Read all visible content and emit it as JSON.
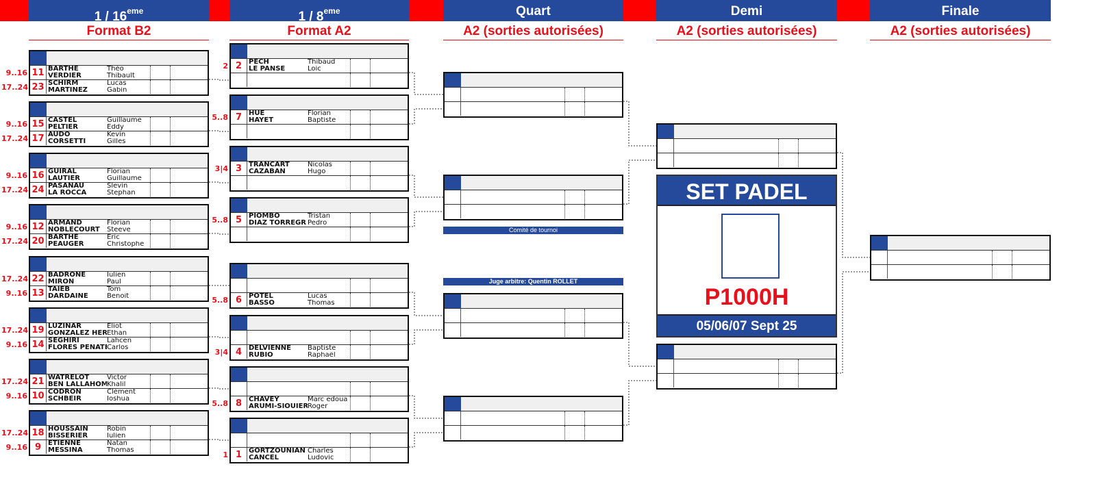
{
  "colors": {
    "blue": "#25499b",
    "red": "#ff0000",
    "text_red": "#e8101a"
  },
  "rounds": [
    {
      "title": "1 / 16",
      "sup": "eme",
      "format": "Format B2",
      "matches": [
        {
          "teams": [
            {
              "label": "9..16",
              "seed": "11",
              "players": [
                {
                  "last": "BARTHE",
                  "first": "Théo"
                },
                {
                  "last": "VERDIER",
                  "first": "Thibault"
                }
              ]
            },
            {
              "label": "17..24",
              "seed": "23",
              "players": [
                {
                  "last": "SCHIRM",
                  "first": "Lucas"
                },
                {
                  "last": "MARTINEZ",
                  "first": "Gabin"
                }
              ]
            }
          ]
        },
        {
          "teams": [
            {
              "label": "9..16",
              "seed": "15",
              "players": [
                {
                  "last": "CASTEL",
                  "first": "Guillaume"
                },
                {
                  "last": "PELTIER",
                  "first": "Eddy"
                }
              ]
            },
            {
              "label": "17..24",
              "seed": "17",
              "players": [
                {
                  "last": "AUDO",
                  "first": "Kevin"
                },
                {
                  "last": "CORSETTI",
                  "first": "Gilles"
                }
              ]
            }
          ]
        },
        {
          "teams": [
            {
              "label": "9..16",
              "seed": "16",
              "players": [
                {
                  "last": "GUIRAL",
                  "first": "Florian"
                },
                {
                  "last": "LAUTIER",
                  "first": "Guillaume"
                }
              ]
            },
            {
              "label": "17..24",
              "seed": "24",
              "players": [
                {
                  "last": "PASANAU",
                  "first": "Slevin"
                },
                {
                  "last": "LA ROCCA",
                  "first": "Stephan"
                }
              ]
            }
          ]
        },
        {
          "teams": [
            {
              "label": "9..16",
              "seed": "12",
              "players": [
                {
                  "last": "ARMAND",
                  "first": "Florian"
                },
                {
                  "last": "NOBLECOURT",
                  "first": "Steeve"
                }
              ]
            },
            {
              "label": "17..24",
              "seed": "20",
              "players": [
                {
                  "last": "BARTHE",
                  "first": "Eric"
                },
                {
                  "last": "PEAUGER",
                  "first": "Christophe"
                }
              ]
            }
          ]
        },
        {
          "teams": [
            {
              "label": "17..24",
              "seed": "22",
              "players": [
                {
                  "last": "BADRONE",
                  "first": "Iulien"
                },
                {
                  "last": "MIRON",
                  "first": "Paul"
                }
              ]
            },
            {
              "label": "9..16",
              "seed": "13",
              "players": [
                {
                  "last": "TAIEB",
                  "first": "Tom"
                },
                {
                  "last": "DARDAINE",
                  "first": "Benoit"
                }
              ]
            }
          ]
        },
        {
          "teams": [
            {
              "label": "17..24",
              "seed": "19",
              "players": [
                {
                  "last": "LUZINAR",
                  "first": "Eliot"
                },
                {
                  "last": "GONZALEZ HER",
                  "first": "Ethan"
                }
              ]
            },
            {
              "label": "9..16",
              "seed": "14",
              "players": [
                {
                  "last": "SEGHIRI",
                  "first": "Lahcen"
                },
                {
                  "last": "FLORES PENATE",
                  "first": "Carlos"
                }
              ]
            }
          ]
        },
        {
          "teams": [
            {
              "label": "17..24",
              "seed": "21",
              "players": [
                {
                  "last": "WATRELOT",
                  "first": "Victor"
                },
                {
                  "last": "BEN LALLAHOM",
                  "first": "Khalil"
                }
              ]
            },
            {
              "label": "9..16",
              "seed": "10",
              "players": [
                {
                  "last": "CODRON",
                  "first": "Clément"
                },
                {
                  "last": "SCHBEIR",
                  "first": "Ioshua"
                }
              ]
            }
          ]
        },
        {
          "teams": [
            {
              "label": "17..24",
              "seed": "18",
              "players": [
                {
                  "last": "HOUSSAIN",
                  "first": "Robin"
                },
                {
                  "last": "BISSERIER",
                  "first": "Iulien"
                }
              ]
            },
            {
              "label": "9..16",
              "seed": "9",
              "players": [
                {
                  "last": "ETIENNE",
                  "first": "Natan"
                },
                {
                  "last": "MESSINA",
                  "first": "Thomas"
                }
              ]
            }
          ]
        }
      ]
    },
    {
      "title": "1 / 8",
      "sup": "eme",
      "format": "Format A2",
      "matches": [
        {
          "teams": [
            {
              "label": "2",
              "seed": "2",
              "players": [
                {
                  "last": "PECH",
                  "first": "Thibaud"
                },
                {
                  "last": "LE PANSE",
                  "first": "Loic"
                }
              ]
            },
            {}
          ]
        },
        {
          "teams": [
            {
              "label": "5..8",
              "seed": "7",
              "players": [
                {
                  "last": "HUE",
                  "first": "Florian"
                },
                {
                  "last": "HAYET",
                  "first": "Baptiste"
                }
              ]
            },
            {}
          ]
        },
        {
          "teams": [
            {
              "label": "3|4",
              "seed": "3",
              "players": [
                {
                  "last": "TRANCART",
                  "first": "Nicolas"
                },
                {
                  "last": "CAZABAN",
                  "first": "Hugo"
                }
              ]
            },
            {}
          ]
        },
        {
          "teams": [
            {
              "label": "5..8",
              "seed": "5",
              "players": [
                {
                  "last": "PIOMBO",
                  "first": "Tristan"
                },
                {
                  "last": "DIAZ TORREGR",
                  "first": "Pedro"
                }
              ]
            },
            {}
          ]
        },
        {
          "teams": [
            {},
            {
              "label": "5..8",
              "seed": "6",
              "players": [
                {
                  "last": "POTEL",
                  "first": "Lucas"
                },
                {
                  "last": "BASSO",
                  "first": "Thomas"
                }
              ]
            }
          ]
        },
        {
          "teams": [
            {},
            {
              "label": "3|4",
              "seed": "4",
              "players": [
                {
                  "last": "DELVIENNE",
                  "first": "Baptiste"
                },
                {
                  "last": "RUBIO",
                  "first": "Raphaël"
                }
              ]
            }
          ]
        },
        {
          "teams": [
            {},
            {
              "label": "5..8",
              "seed": "8",
              "players": [
                {
                  "last": "CHAVEY",
                  "first": "Marc edoua"
                },
                {
                  "last": "ARUMI-SIOUIER",
                  "first": "Roger"
                }
              ]
            }
          ]
        },
        {
          "teams": [
            {},
            {
              "label": "1",
              "seed": "1",
              "players": [
                {
                  "last": "GORTZOUNIAN",
                  "first": "Charles"
                },
                {
                  "last": "CANCEL",
                  "first": "Ludovic"
                }
              ]
            }
          ]
        }
      ]
    },
    {
      "title": "Quart",
      "sup": "",
      "format": "A2 (sorties autorisées)",
      "matches": [
        {
          "teams": [
            {},
            {}
          ]
        },
        {
          "teams": [
            {},
            {}
          ]
        },
        {
          "teams": [
            {},
            {}
          ]
        },
        {
          "teams": [
            {},
            {}
          ]
        }
      ]
    },
    {
      "title": "Demi",
      "sup": "",
      "format": "A2 (sorties autorisées)",
      "matches": [
        {
          "teams": [
            {},
            {}
          ]
        },
        {
          "teams": [
            {},
            {}
          ]
        }
      ]
    },
    {
      "title": "Finale",
      "sup": "",
      "format": "A2 (sorties autorisées)",
      "matches": [
        {
          "teams": [
            {},
            {}
          ]
        }
      ]
    }
  ],
  "banners": {
    "committee": "Comité de tournoi",
    "referee": "Juge arbitre: Quentin ROLLET"
  },
  "event": {
    "title": "SET PADEL",
    "category": "P1000H",
    "dates": "05/06/07 Sept 25"
  }
}
